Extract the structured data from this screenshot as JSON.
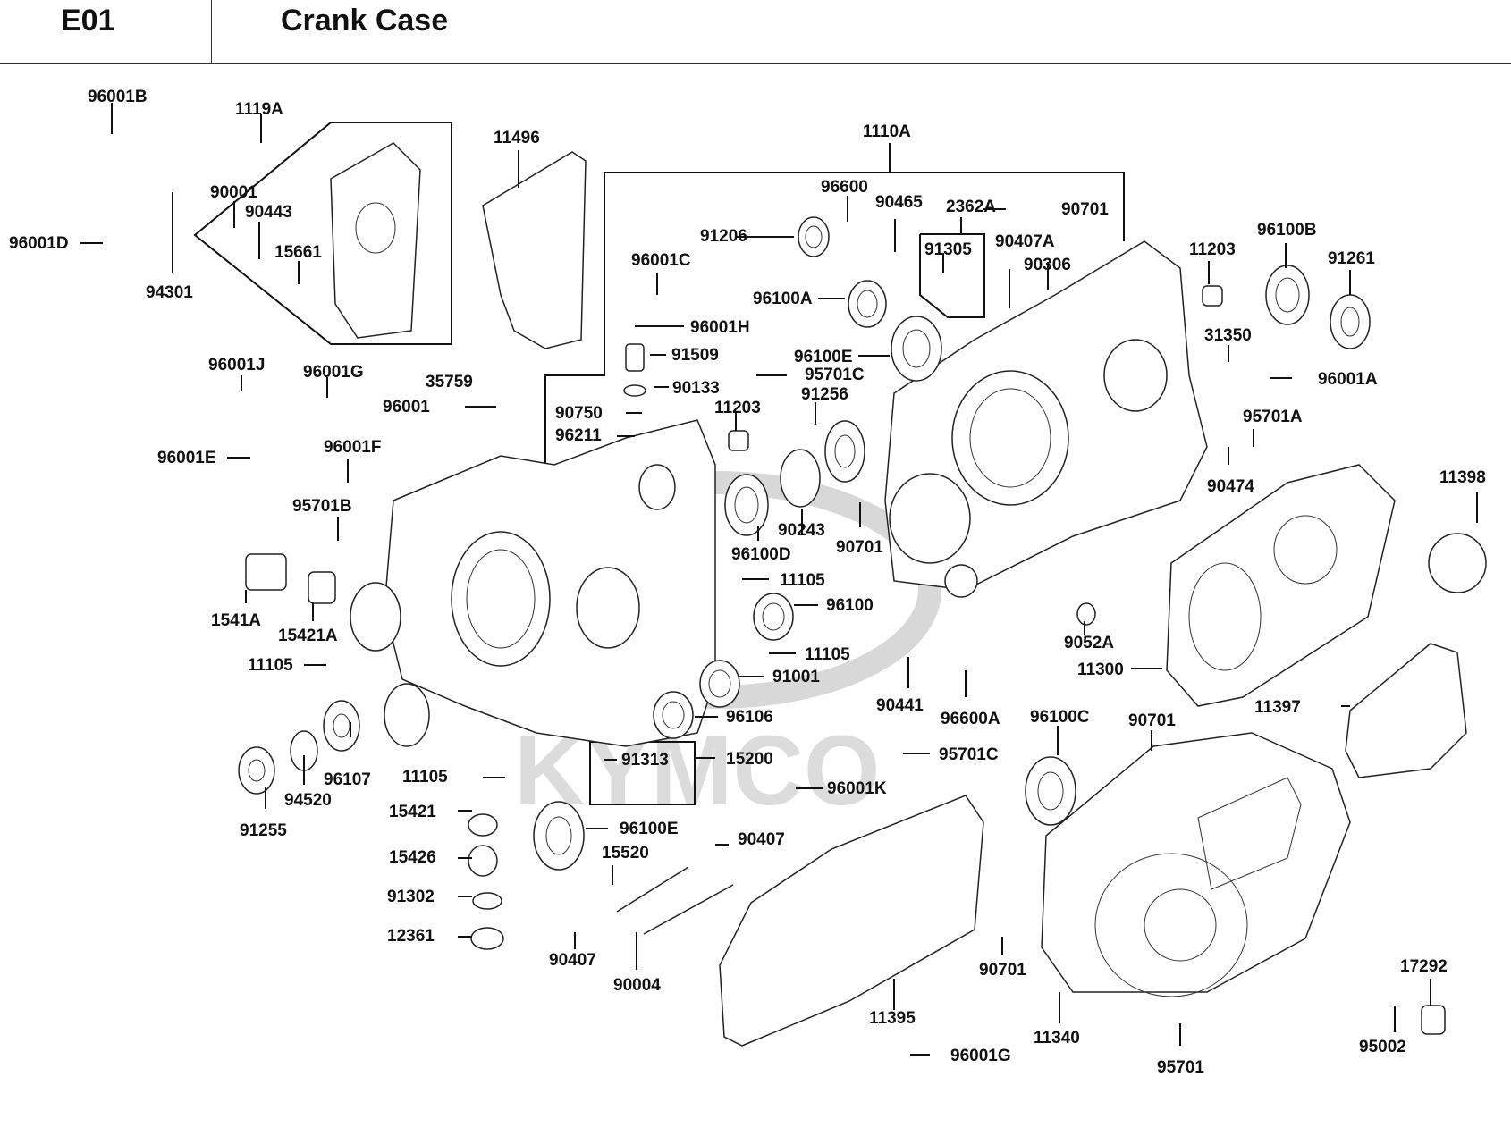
{
  "header": {
    "section_code": "E01",
    "section_title": "Crank Case"
  },
  "watermark": "KYMCO",
  "labels": [
    "96001B",
    "1119A",
    "90001",
    "90443",
    "15661",
    "96001D",
    "94301",
    "11496",
    "1110A",
    "96600",
    "90465",
    "2362A",
    "90701",
    "91305",
    "90407A",
    "90306",
    "91206",
    "96001C",
    "96100A",
    "96001H",
    "91509",
    "96100E",
    "35759",
    "96001",
    "95701C",
    "90133",
    "91256",
    "90750",
    "96211",
    "11203",
    "11203",
    "96100B",
    "91261",
    "31350",
    "96001A",
    "95701A",
    "90474",
    "96001J",
    "96001G",
    "96001E",
    "96001F",
    "95701B",
    "1541A",
    "15421A",
    "96100D",
    "90243",
    "90701",
    "11105",
    "96100",
    "11105",
    "91001",
    "96106",
    "11105",
    "96107",
    "94520",
    "91255",
    "11398",
    "9052A",
    "11300",
    "90441",
    "96600A",
    "11397",
    "91313",
    "15200",
    "95701C",
    "96001K",
    "96100C",
    "90701",
    "11105",
    "15421",
    "15426",
    "91302",
    "12361",
    "96100E",
    "15520",
    "90407",
    "90407",
    "90004",
    "11395",
    "96001G",
    "90701",
    "11340",
    "95701",
    "17292",
    "95002"
  ]
}
